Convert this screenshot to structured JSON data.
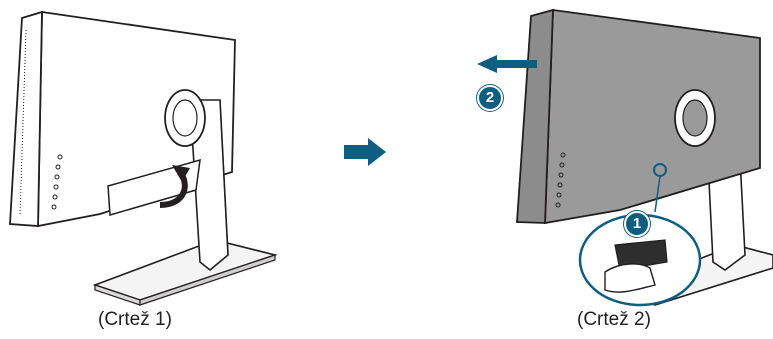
{
  "figures": [
    {
      "caption": "(Crtež 1)"
    },
    {
      "caption": "(Crtež 2)"
    }
  ],
  "steps": {
    "step1": "1",
    "step2": "2"
  },
  "colors": {
    "accent": "#0e5f7f",
    "outline": "#231f20",
    "monitor_back": "#9a9a9a"
  },
  "icons": {
    "transition": "arrow-right-icon"
  }
}
